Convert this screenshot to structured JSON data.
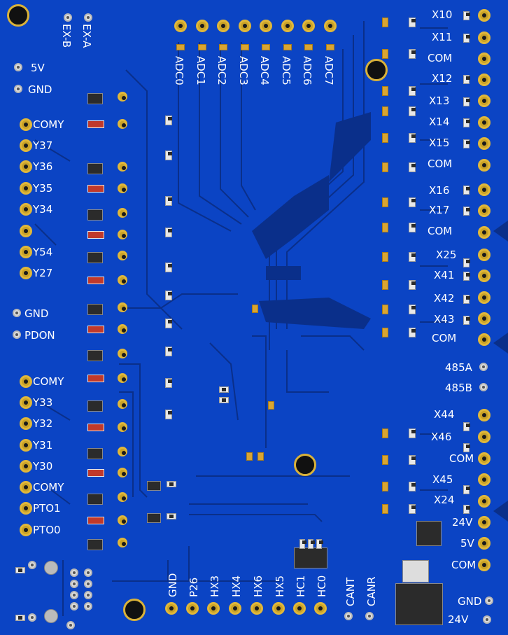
{
  "board": {
    "colors": {
      "soldermask": "#0b44c4",
      "copper_pour": "#0a2f8a",
      "pad": "#c9a227",
      "silkscreen": "#ffffff"
    },
    "top_labels": {
      "ex_b": "EX-B",
      "ex_a": "EX-A"
    },
    "adc_labels": [
      "ADC0",
      "ADC1",
      "ADC2",
      "ADC3",
      "ADC4",
      "ADC5",
      "ADC6",
      "ADC7"
    ],
    "left_labels": {
      "v5": "5V",
      "gnd1": "GND",
      "comy1": "COMY",
      "y37": "Y37",
      "y36": "Y36",
      "y35": "Y35",
      "y34": "Y34",
      "y54": "Y54",
      "y27": "Y27",
      "gnd2": "GND",
      "pdon": "PDON",
      "comy2": "COMY",
      "y33": "Y33",
      "y32": "Y32",
      "y31": "Y31",
      "y30": "Y30",
      "comy3": "COMY",
      "pto1": "PTO1",
      "pto0": "PTO0"
    },
    "right_labels": {
      "x10": "X10",
      "x11": "X11",
      "com1": "COM",
      "x12": "X12",
      "x13": "X13",
      "x14": "X14",
      "x15": "X15",
      "com2": "COM",
      "x16": "X16",
      "x17": "X17",
      "com3": "COM",
      "x25": "X25",
      "x41": "X41",
      "x42": "X42",
      "x43": "X43",
      "com4": "COM",
      "r485a": "485A",
      "r485b": "485B",
      "x44": "X44",
      "x46": "X46",
      "com5": "COM",
      "x45": "X45",
      "x24": "X24",
      "v24a": "24V",
      "v5b": "5V",
      "com6": "COM",
      "gnd3": "GND",
      "v24b": "24V"
    },
    "bottom_labels": [
      "GND",
      "P26",
      "HX3",
      "HX4",
      "HX6",
      "HX5",
      "HC1",
      "HC0",
      "CANT",
      "CANR"
    ]
  }
}
